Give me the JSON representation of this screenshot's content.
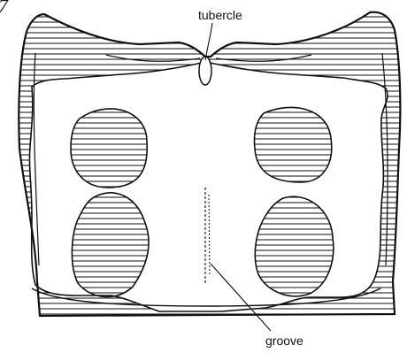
{
  "figure": {
    "label_partial": "7",
    "callouts": {
      "tubercle": "tubercle",
      "groove": "groove"
    },
    "colors": {
      "ink": "#111111",
      "hatch": "#222222",
      "paper": "#ffffff"
    }
  }
}
